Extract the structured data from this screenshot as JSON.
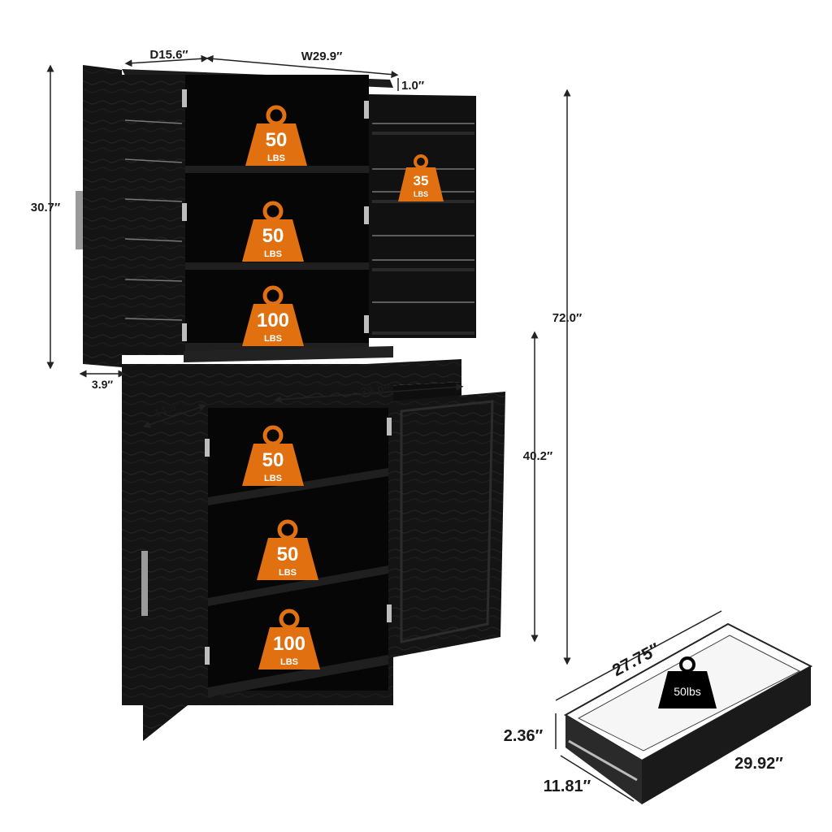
{
  "colors": {
    "wood": "#141414",
    "wood_dark": "#080808",
    "accent": "#e07010",
    "line": "#222222"
  },
  "dimensions": {
    "depth": "D15.6″",
    "width": "W29.9″",
    "top_thickness": "1.0″",
    "upper_height": "30.7″",
    "door_depth": "3.9″",
    "total_height": "72.0″",
    "lower_height": "40.2″",
    "drawer_depth": "14.9″",
    "drawer_width": "29.9″",
    "detail_length": "27.75″",
    "detail_height": "2.36″",
    "detail_depth": "11.81″",
    "detail_width": "29.92″"
  },
  "weights": {
    "upper_shelf_1": {
      "value": "50",
      "unit": "LBS"
    },
    "upper_shelf_2": {
      "value": "50",
      "unit": "LBS"
    },
    "upper_shelf_3": {
      "value": "100",
      "unit": "LBS"
    },
    "door_rack": {
      "value": "35",
      "unit": "LBS"
    },
    "lower_shelf_1": {
      "value": "50",
      "unit": "LBS"
    },
    "lower_shelf_2": {
      "value": "50",
      "unit": "LBS"
    },
    "lower_shelf_3": {
      "value": "100",
      "unit": "LBS"
    },
    "drawer": "50lbs"
  }
}
